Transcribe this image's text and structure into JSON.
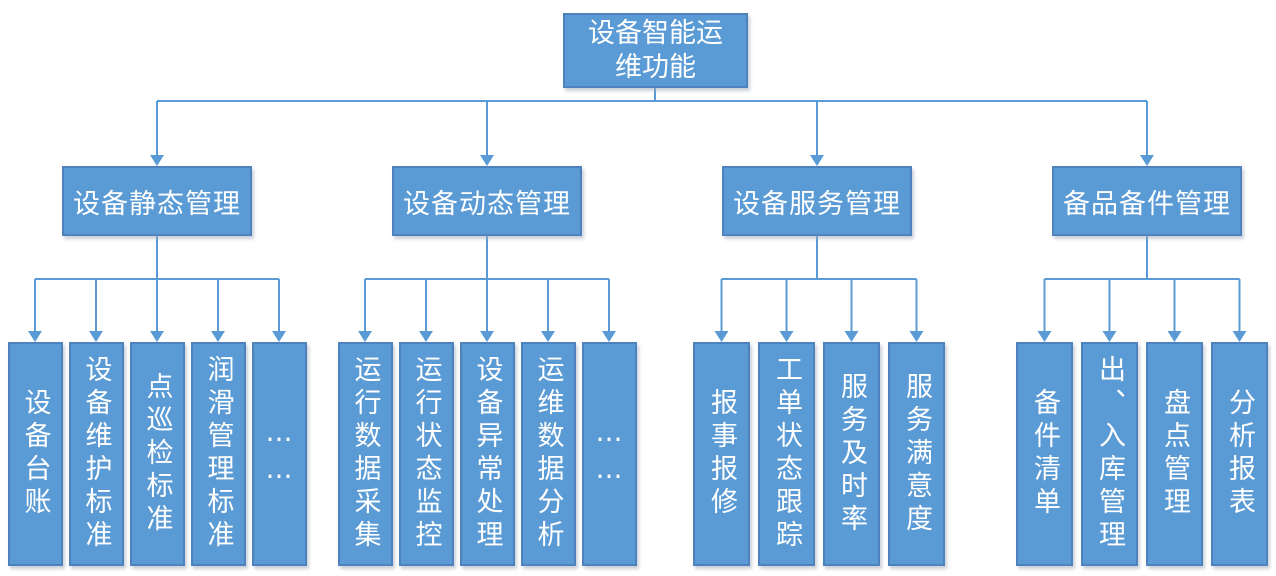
{
  "root": {
    "label": "设备智能运\n维功能"
  },
  "groups": [
    {
      "label": "设备静态管理",
      "children": [
        "设备台账",
        "设备维护标准",
        "点巡检标准",
        "润滑管理标准",
        "……"
      ]
    },
    {
      "label": "设备动态管理",
      "children": [
        "运行数据采集",
        "运行状态监控",
        "设备异常处理",
        "运维数据分析",
        "……"
      ]
    },
    {
      "label": "设备服务管理",
      "children": [
        "报事报修",
        "工单状态跟踪",
        "服务及时率",
        "服务满意度"
      ]
    },
    {
      "label": "备品备件管理",
      "children": [
        "备件清单",
        "出、入库管理",
        "盘点管理",
        "分析报表"
      ]
    }
  ],
  "colors": {
    "node_fill": "#5B9BD5",
    "node_border": "#4d82bd",
    "connector": "#5B9BD5",
    "text": "#FFFFFF",
    "background": "#FFFFFF"
  }
}
